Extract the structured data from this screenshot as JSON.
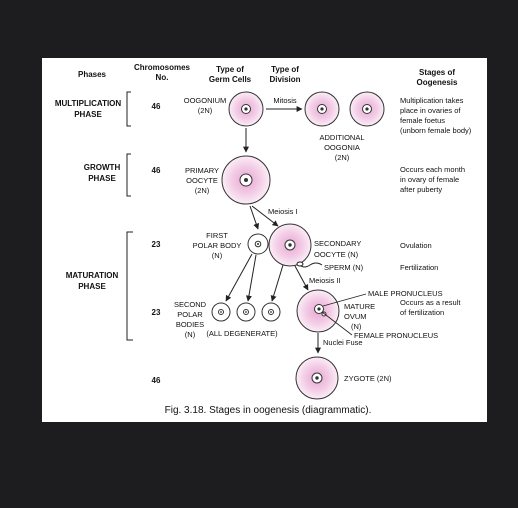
{
  "headers": {
    "phases": "Phases",
    "chromosomes": [
      "Chromosomes",
      "No."
    ],
    "germ_cells": [
      "Type of",
      "Germ Cells"
    ],
    "division": [
      "Type of",
      "Division"
    ],
    "stages": [
      "Stages of",
      "Oogenesis"
    ]
  },
  "phases": {
    "multiplication": [
      "MULTIPLICATION",
      "PHASE"
    ],
    "growth": [
      "GROWTH",
      "PHASE"
    ],
    "maturation": [
      "MATURATION",
      "PHASE"
    ]
  },
  "chromosomes": {
    "row1": "46",
    "row2": "46",
    "row3": "23",
    "row4": "23",
    "row5": "46"
  },
  "cells": {
    "oogonium": [
      "OOGONIUM",
      "(2N)"
    ],
    "additional_oogonia": [
      "ADDITIONAL",
      "OOGONIA",
      "(2N)"
    ],
    "primary_oocyte": [
      "PRIMARY",
      "OOCYTE",
      "(2N)"
    ],
    "first_polar_body": [
      "FIRST",
      "POLAR BODY",
      "(N)"
    ],
    "secondary_oocyte": [
      "SECONDARY",
      "OOCYTE (N)"
    ],
    "sperm": "SPERM (N)",
    "second_polar_bodies": [
      "SECOND",
      "POLAR",
      "BODIES",
      "(N)"
    ],
    "all_degenerate": "(ALL DEGENERATE)",
    "male_pronucleus": "MALE PRONUCLEUS",
    "mature_ovum": [
      "MATURE",
      "OVUM",
      "(N)"
    ],
    "female_pronucleus": "FEMALE PRONUCLEUS",
    "zygote": "ZYGOTE (2N)"
  },
  "divisions": {
    "mitosis": "Mitosis",
    "meiosis1": "Meiosis I",
    "meiosis2": "Meiosis II",
    "nuclei_fuse": "Nuclei Fuse"
  },
  "stages": {
    "multiplication": [
      "Multiplication takes",
      "place in ovaries of",
      "female foetus",
      "(unborn female body)"
    ],
    "growth": [
      "Occurs each month",
      "in ovary of female",
      "after puberty"
    ],
    "ovulation": "Ovulation",
    "fertilization": "Fertilization",
    "result": [
      "Occurs as a result",
      "of fertilization"
    ]
  },
  "caption": "Fig. 3.18. Stages in oogenesis (diagrammatic).",
  "colors": {
    "background": "#1d1d1f",
    "figure": "#ffffff",
    "cytoplasm": "#f6d8ec",
    "cytoplasm_dark": "#e8a7d3",
    "outline": "#333333"
  }
}
